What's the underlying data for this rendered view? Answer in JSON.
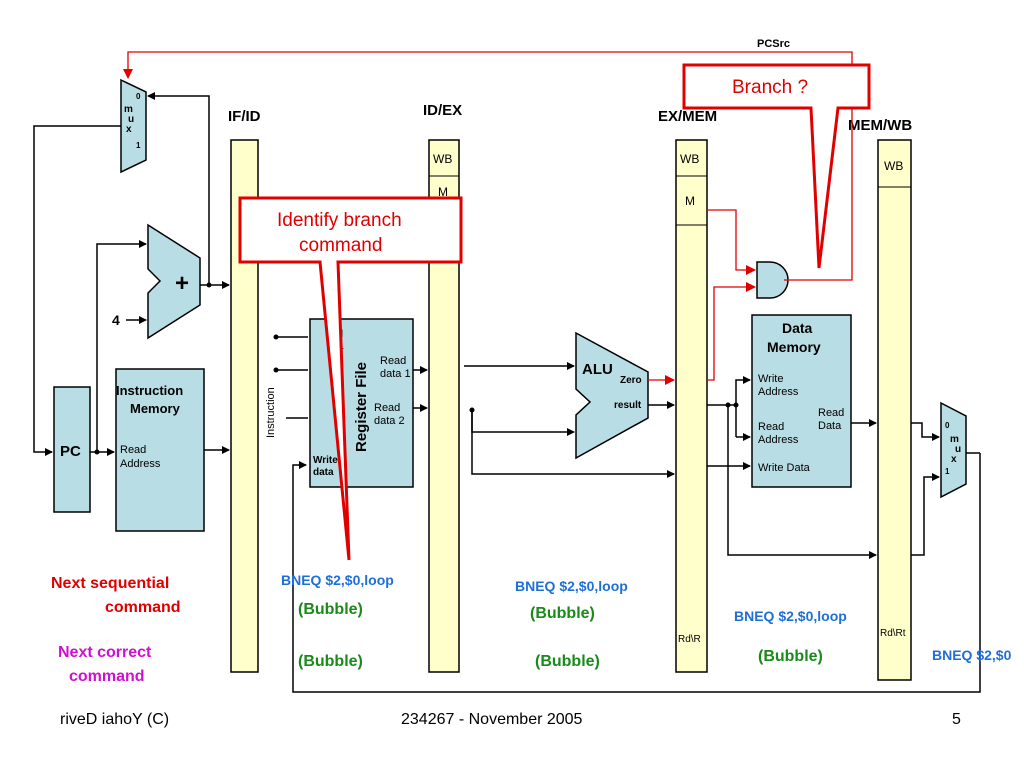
{
  "slide": {
    "footer_left": "riveD iahoY  (C)",
    "footer_center": "234267 - November 2005",
    "page_number": "5"
  },
  "pipeline": {
    "if_id": "IF/ID",
    "id_ex": "ID/EX",
    "ex_mem": "EX/MEM",
    "mem_wb": "MEM/WB",
    "wb": "WB",
    "m": "M",
    "rd_rt": "Rd\\Rt",
    "rd_rt_cut": "Rd\\R"
  },
  "units": {
    "pc": "PC",
    "instruction_memory": [
      "Instruction",
      "Memory"
    ],
    "read_address": [
      "Read",
      "Address"
    ],
    "register_file": "Register File",
    "reg_read_data_1": [
      "Read",
      "data 1"
    ],
    "reg_read_data_2": [
      "Read",
      "data 2"
    ],
    "reg_frag_1": "d",
    "reg_frag_2": "1",
    "reg_frag_3": "d",
    "reg_frag_4": "2",
    "reg_frag_5": "e",
    "reg_write_data": [
      "Write",
      "data"
    ],
    "instruction": "Instruction",
    "adder": "+",
    "four": "4",
    "alu": "ALU",
    "zero": "Zero",
    "result": "result",
    "data_memory": [
      "Data",
      "Memory"
    ],
    "dm_write_address": [
      "Write",
      "Address"
    ],
    "dm_read_address": [
      "Read",
      "Address"
    ],
    "dm_read_data": [
      "Read",
      "Data"
    ],
    "dm_write_data": "Write Data",
    "mux_letters": [
      "m",
      "u",
      "x"
    ],
    "mux_0": "0",
    "mux_1": "1",
    "pcsrc": "PCSrc"
  },
  "callouts": {
    "branch": "Branch ?",
    "identify": [
      "Identify branch",
      "command"
    ]
  },
  "legend": {
    "next_sequential": [
      "Next sequential",
      "command"
    ],
    "next_correct": [
      "Next correct",
      "command"
    ]
  },
  "stages": {
    "bneq": "BNEQ $2,$0,loop",
    "bneq_cut": "BNEQ $2,$0",
    "bubble": "(Bubble)"
  },
  "colors": {
    "unit_fill": "#b9dde4",
    "pipe_fill": "#ffffcc",
    "red": "#e00000",
    "blue": "#1f6fd8",
    "green": "#1a8a1a",
    "magenta": "#d010d0"
  }
}
